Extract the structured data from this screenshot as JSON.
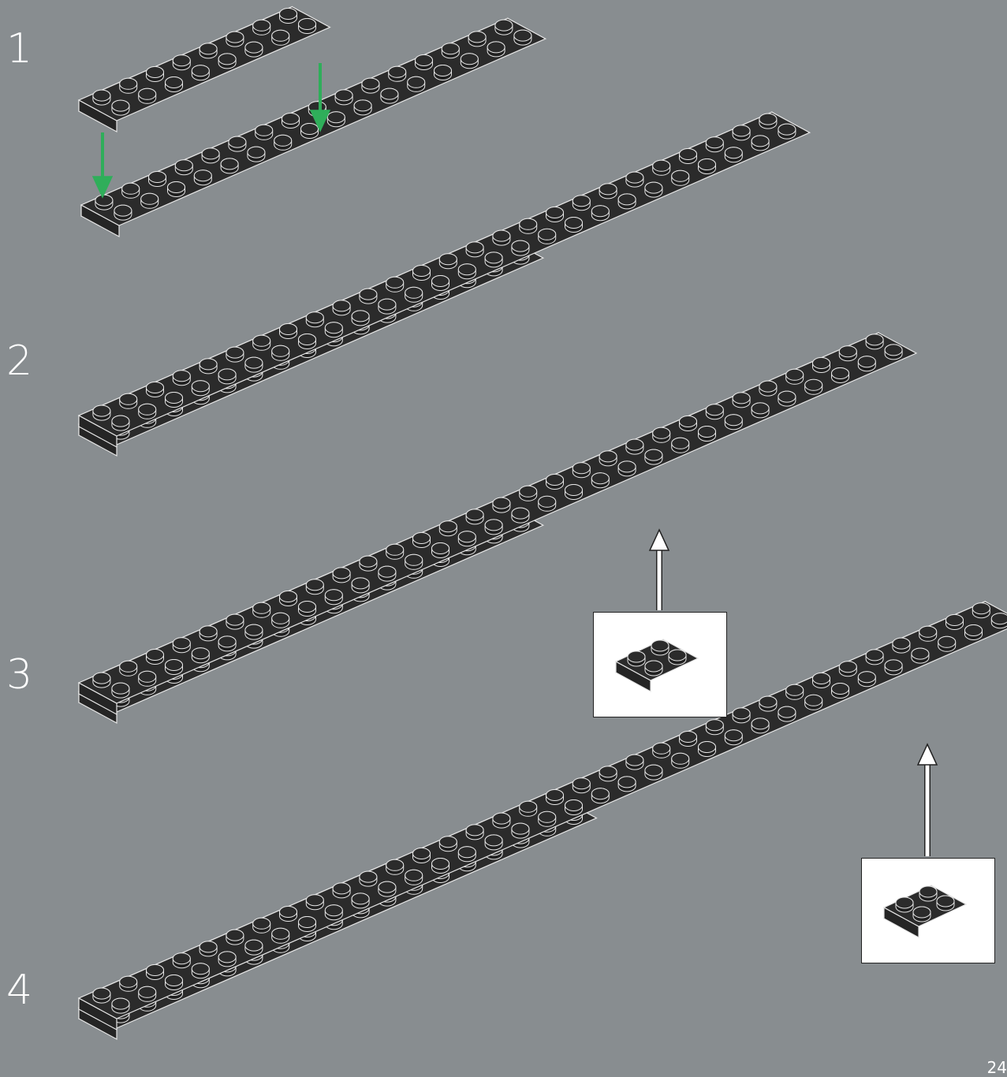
{
  "steps": [
    {
      "number": "1"
    },
    {
      "number": "2"
    },
    {
      "number": "3"
    },
    {
      "number": "4"
    }
  ],
  "page_number": "24",
  "colors": {
    "background": "#888d90",
    "brick": "#2b2b2b",
    "brick_side": "#1e1e1e",
    "outline": "#e6e6e6",
    "arrow_green": "#2fae5a",
    "arrow_white": "#ffffff"
  },
  "parts": {
    "plate_2x2": "2x2-plate-icon"
  }
}
